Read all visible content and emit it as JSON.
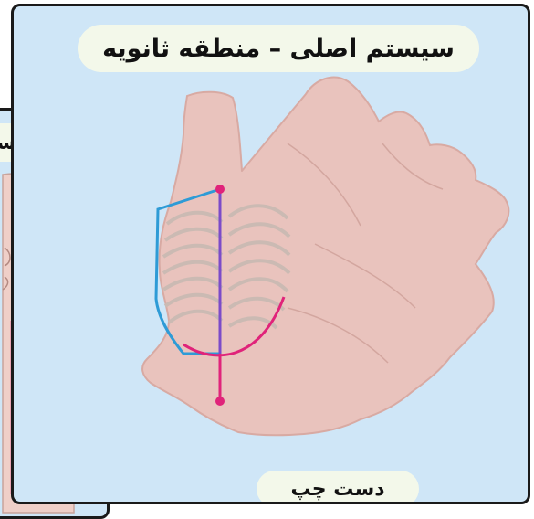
{
  "main": {
    "title": "سیستم اصلی – منطقه ثانویه",
    "caption": "دست چپ"
  },
  "side": {
    "title": "سیستم ا"
  },
  "colors": {
    "panel_bg": "#cfe6f7",
    "pill_bg": "#f3f8ea",
    "skin": "#e9c3bd",
    "outline_blue": "#2e9bd6",
    "line_magenta": "#e0237a",
    "line_purple": "#7b4bc9"
  }
}
